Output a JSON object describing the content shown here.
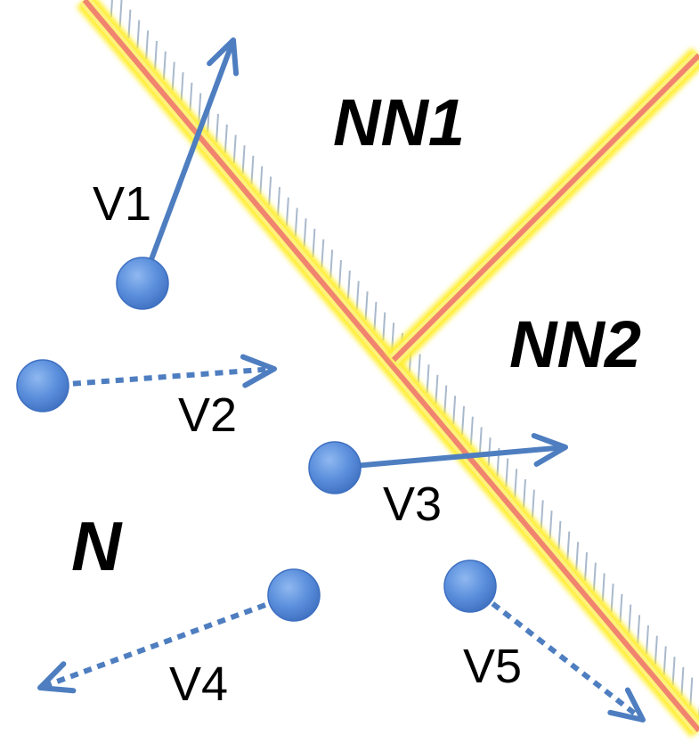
{
  "regions": {
    "nn1": "NN1",
    "nn2": "NN2",
    "n": "N"
  },
  "vectors": {
    "v1": {
      "label": "V1",
      "style": "solid"
    },
    "v2": {
      "label": "V2",
      "style": "dotted"
    },
    "v3": {
      "label": "V3",
      "style": "solid"
    },
    "v4": {
      "label": "V4",
      "style": "dotted"
    },
    "v5": {
      "label": "V5",
      "style": "dotted"
    }
  },
  "colors": {
    "boundary_core": "#f0846e",
    "boundary_glow": "#ffee33",
    "hatch": "#a9b9cc",
    "vector": "#4e7ec0",
    "particle": "#5b8fdc",
    "text": "#000000"
  }
}
